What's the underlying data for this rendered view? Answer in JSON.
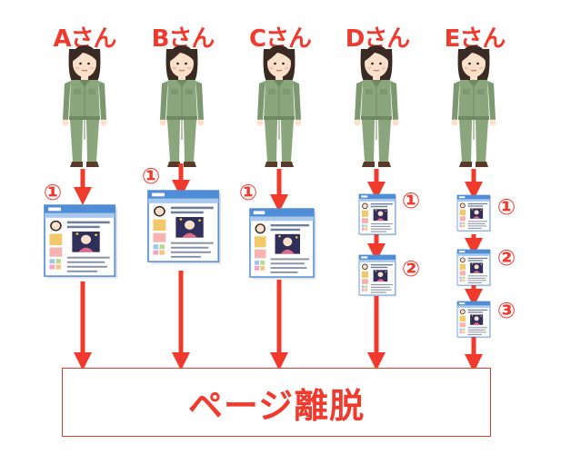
{
  "users": [
    {
      "label": "Aさん",
      "steps": [
        "①"
      ]
    },
    {
      "label": "Bさん",
      "steps": [
        "①"
      ]
    },
    {
      "label": "Cさん",
      "steps": [
        "①"
      ]
    },
    {
      "label": "Dさん",
      "steps": [
        "①",
        "②"
      ]
    },
    {
      "label": "Eさん",
      "steps": [
        "①",
        "②",
        "③"
      ]
    }
  ],
  "exit_label": "ページ離脱",
  "colors": {
    "accent_red": "#f03a2e",
    "uniform_green": "#8ba57c",
    "uniform_dark": "#6f8a62",
    "hair": "#3a2a24",
    "skin": "#fbe1cc",
    "shoe": "#5a3b2a",
    "page_frame": "#4f8ed6",
    "page_header": "#a9c8ee"
  },
  "icons": [
    "person-in-work-uniform-icon",
    "web-page-thumbnail-icon",
    "down-arrow-icon"
  ]
}
